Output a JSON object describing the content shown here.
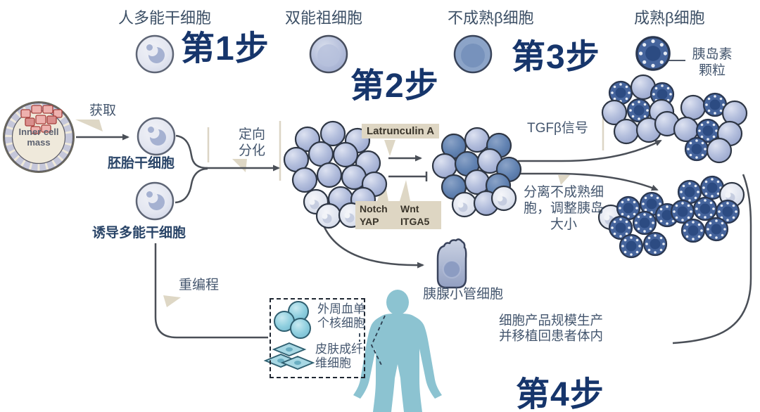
{
  "top_labels": {
    "hpsc": "人多能干细胞",
    "bipotent": "双能祖细胞",
    "immature_beta": "不成熟β细胞",
    "mature_beta": "成熟β细胞"
  },
  "steps": {
    "s1": "第1步",
    "s2": "第2步",
    "s3": "第3步",
    "s4": "第4步"
  },
  "labels": {
    "icm_l1": "Inner cell",
    "icm_l2": "mass",
    "obtain": "获取",
    "es_cell": "胚胎干细胞",
    "ips_cell": "诱导多能干细胞",
    "directed_l1": "定向",
    "directed_l2": "分化",
    "tgfb": "TGFβ信号",
    "separate_l1": "分离不成熟细",
    "separate_l2": "胞，调整胰岛",
    "separate_l3": "大小",
    "insulin_granule_l1": "胰岛素",
    "insulin_granule_l2": "颗粒",
    "reprogram": "重编程",
    "pbmc_l1": "外周血单",
    "pbmc_l2": "个核细胞",
    "fibroblast_l1": "皮肤成纤",
    "fibroblast_l2": "维细胞",
    "duct_cell": "胰腺小管细胞",
    "production_l1": "细胞产品规模生产",
    "production_l2": "并移植回患者体内"
  },
  "factor_boxes": {
    "latrunculin": "Latrunculin A",
    "notch_l1": "Notch",
    "notch_l2": "YAP",
    "wnt_l1": "Wnt",
    "wnt_l2": "ITGA5"
  },
  "colors": {
    "step_text": "#16356b",
    "label_text": "#44566e",
    "bold_label_text": "#2a4568",
    "tan_box_bg": "#ded6c3",
    "tan_box_text": "#39342a",
    "cell_light": "#b4bfdd",
    "cell_dark": "#6283b2",
    "granule_cell": "#45649c",
    "granule_nucleus": "#2c4b82",
    "stem_nucleus": "#a5b1d1",
    "teal_cell": "#8fcfdf",
    "human_body": "#8cc3d1",
    "arrow": "#4a4f57",
    "icm_pink": "#eeb1ae",
    "divider": "#dcd5c5"
  }
}
